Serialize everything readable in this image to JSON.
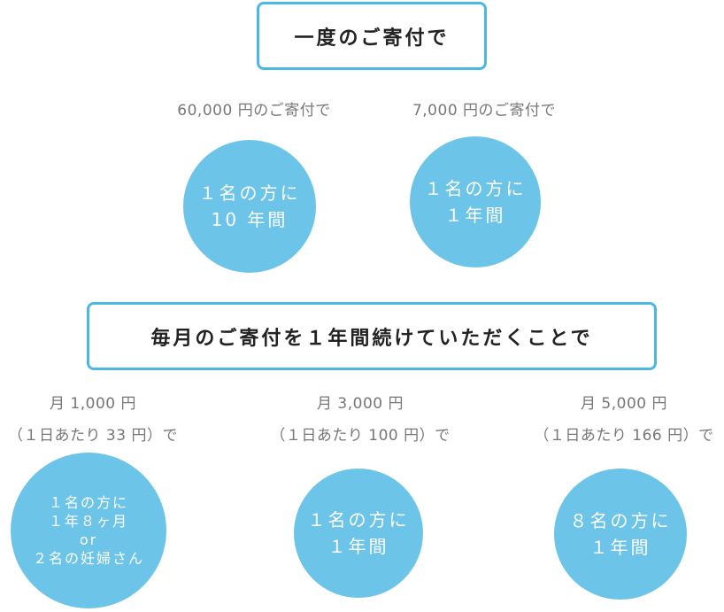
{
  "section_one": {
    "title": "一度のご寄付で",
    "options": [
      {
        "amount": "60,000 円のご寄付で",
        "result_lines": [
          "１名の方に",
          "10 年間"
        ]
      },
      {
        "amount": "7,000 円のご寄付で",
        "result_lines": [
          "１名の方に",
          "１年間"
        ]
      }
    ]
  },
  "section_two": {
    "title": "毎月のご寄付を１年間続けていただくことで",
    "options": [
      {
        "monthly": "月 1,000 円",
        "daily": "（１日あたり 33 円）で",
        "result_lines": [
          "１名の方に",
          "１年８ヶ月",
          "or",
          "２名の妊婦さん"
        ]
      },
      {
        "monthly": "月 3,000 円",
        "daily": "（１日あたり 100 円）で",
        "result_lines": [
          "１名の方に",
          "１年間"
        ]
      },
      {
        "monthly": "月 5,000 円",
        "daily": "（１日あたり 166 円）で",
        "result_lines": [
          "８名の方に",
          "１年間"
        ]
      }
    ]
  },
  "colors": {
    "accent_border": "#4bb8e3",
    "circle_fill": "#6cc4e9",
    "caption_text": "#777777",
    "title_text": "#222222"
  }
}
